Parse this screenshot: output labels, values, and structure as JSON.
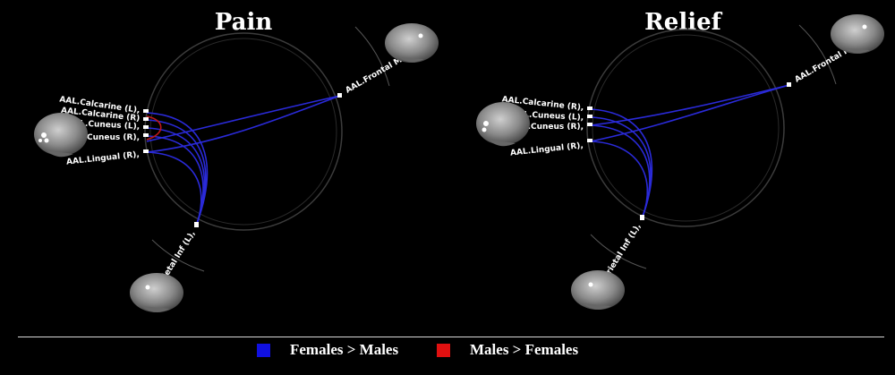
{
  "panels": [
    {
      "title": "Pain",
      "labels": {
        "frontal": "AAL.Frontal Mid (L),1",
        "calc_l": "AAL.Calcarine (L),",
        "calc_r": "AAL.Calcarine (R)",
        "cun_l": "AAL.Cuneus (L),",
        "cun_r": "AAL.Cuneus (R),",
        "ling_r": "AAL.Lingual (R),",
        "parietal": "AAL.Parietal Inf (L),"
      }
    },
    {
      "title": "Relief",
      "labels": {
        "frontal": "AAL.Frontal Mid (L),1",
        "calc_r": "AAL.Calcarine (R),",
        "cun_l": "AAL.Cuneus (L),",
        "cun_r": "AAL.Cuneus (R),",
        "ling_r": "AAL.Lingual (R),",
        "parietal": "AAL.Parietal Inf (L),"
      }
    }
  ],
  "legend": {
    "female": {
      "label": "Females > Males",
      "color": "#1010e0"
    },
    "male": {
      "label": "Males > Females",
      "color": "#e01010"
    }
  },
  "colors": {
    "background": "#000000",
    "connection_female": "#2a2ad8",
    "connection_male": "#c01818",
    "ring": "#3a3a3a",
    "node": "#ffffff"
  }
}
